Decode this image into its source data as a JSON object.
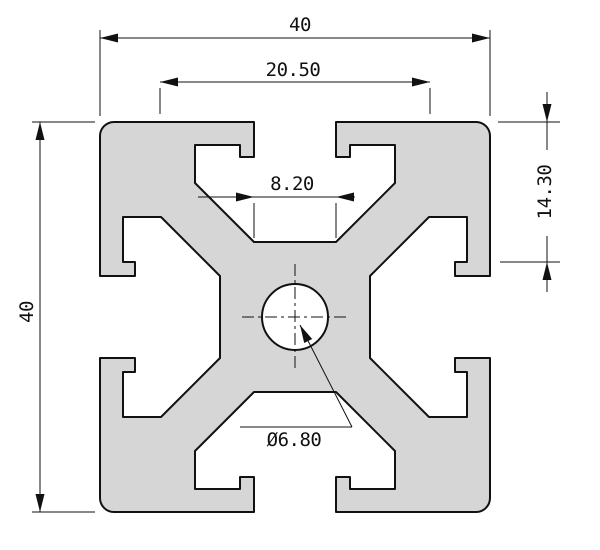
{
  "drawing": {
    "background": "#ffffff",
    "profile_fill": "#d6d6d6",
    "line_color": "#111111",
    "dims": {
      "top_width": "40",
      "slot_span": "20.50",
      "slot_bottom": "8.20",
      "side_depth": "14.30",
      "left_height": "40",
      "hole_dia": "Ø6.80"
    }
  }
}
